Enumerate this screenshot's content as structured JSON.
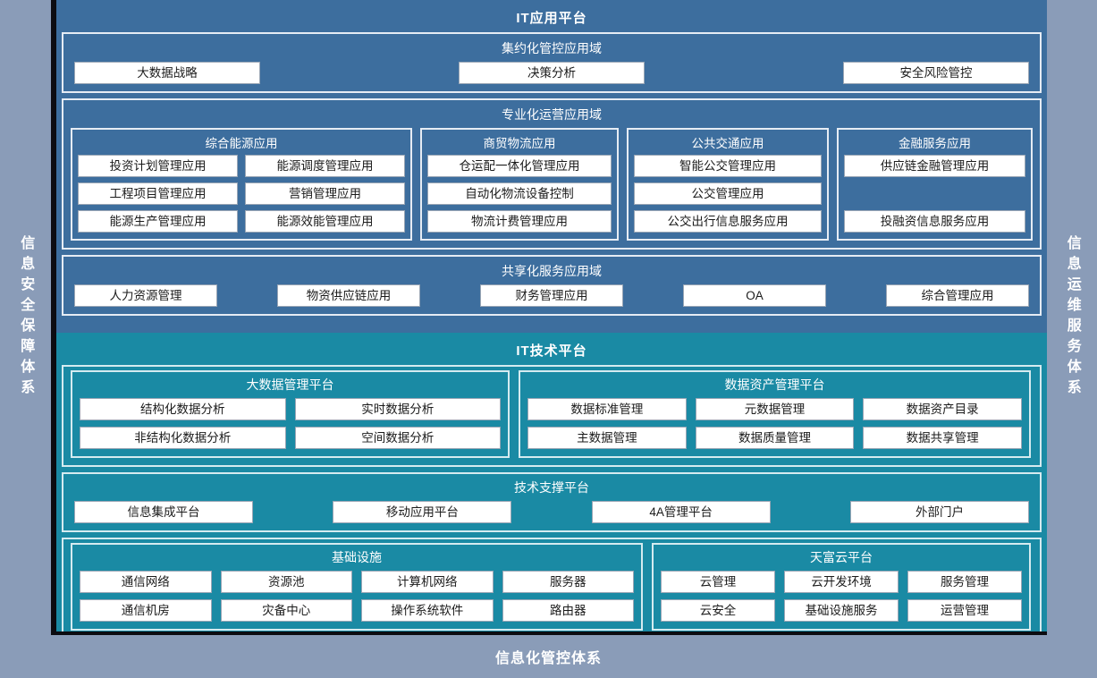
{
  "rails": {
    "left": "信息安全保障体系",
    "right": "信息运维服务体系"
  },
  "bottom_band": {
    "label": "信息化管控体系"
  },
  "app_platform": {
    "title": "IT应用平台",
    "domains": [
      {
        "title": "集约化管控应用域",
        "items": [
          "大数据战略",
          "决策分析",
          "安全风险管控"
        ]
      },
      {
        "title": "专业化运营应用域",
        "groups": [
          {
            "title": "综合能源应用",
            "rows": [
              [
                "投资计划管理应用",
                "能源调度管理应用"
              ],
              [
                "工程项目管理应用",
                "营销管理应用"
              ],
              [
                "能源生产管理应用",
                "能源效能管理应用"
              ]
            ]
          },
          {
            "title": "商贸物流应用",
            "rows": [
              [
                "仓运配一体化管理应用"
              ],
              [
                "自动化物流设备控制"
              ],
              [
                "物流计费管理应用"
              ]
            ]
          },
          {
            "title": "公共交通应用",
            "rows": [
              [
                "智能公交管理应用"
              ],
              [
                "公交管理应用"
              ],
              [
                "公交出行信息服务应用"
              ]
            ]
          },
          {
            "title": "金融服务应用",
            "rows": [
              [
                "供应链金融管理应用"
              ],
              [
                ""
              ],
              [
                "投融资信息服务应用"
              ]
            ]
          }
        ]
      },
      {
        "title": "共享化服务应用域",
        "items": [
          "人力资源管理",
          "物资供应链应用",
          "财务管理应用",
          "OA",
          "综合管理应用"
        ]
      }
    ]
  },
  "tech_platform": {
    "title": "IT技术平台",
    "row1": [
      {
        "title": "大数据管理平台",
        "rows": [
          [
            "结构化数据分析",
            "实时数据分析"
          ],
          [
            "非结构化数据分析",
            "空间数据分析"
          ]
        ]
      },
      {
        "title": "数据资产管理平台",
        "rows": [
          [
            "数据标准管理",
            "元数据管理",
            "数据资产目录"
          ],
          [
            "主数据管理",
            "数据质量管理",
            "数据共享管理"
          ]
        ]
      }
    ],
    "support": {
      "title": "技术支撑平台",
      "items": [
        "信息集成平台",
        "移动应用平台",
        "4A管理平台",
        "外部门户"
      ]
    },
    "row3": [
      {
        "title": "基础设施",
        "rows": [
          [
            "通信网络",
            "资源池",
            "计算机网络",
            "服务器"
          ],
          [
            "通信机房",
            "灾备中心",
            "操作系统软件",
            "路由器"
          ]
        ]
      },
      {
        "title": "天富云平台",
        "rows": [
          [
            "云管理",
            "云开发环境",
            "服务管理"
          ],
          [
            "云安全",
            "基础设施服务",
            "运营管理"
          ]
        ]
      }
    ]
  },
  "colors": {
    "app_blue": "#3d6e9e",
    "tech_teal": "#1a8aa4",
    "rail_gray": "#8a9cb8",
    "chip_white": "#ffffff",
    "divider_black": "#0c0c11"
  }
}
